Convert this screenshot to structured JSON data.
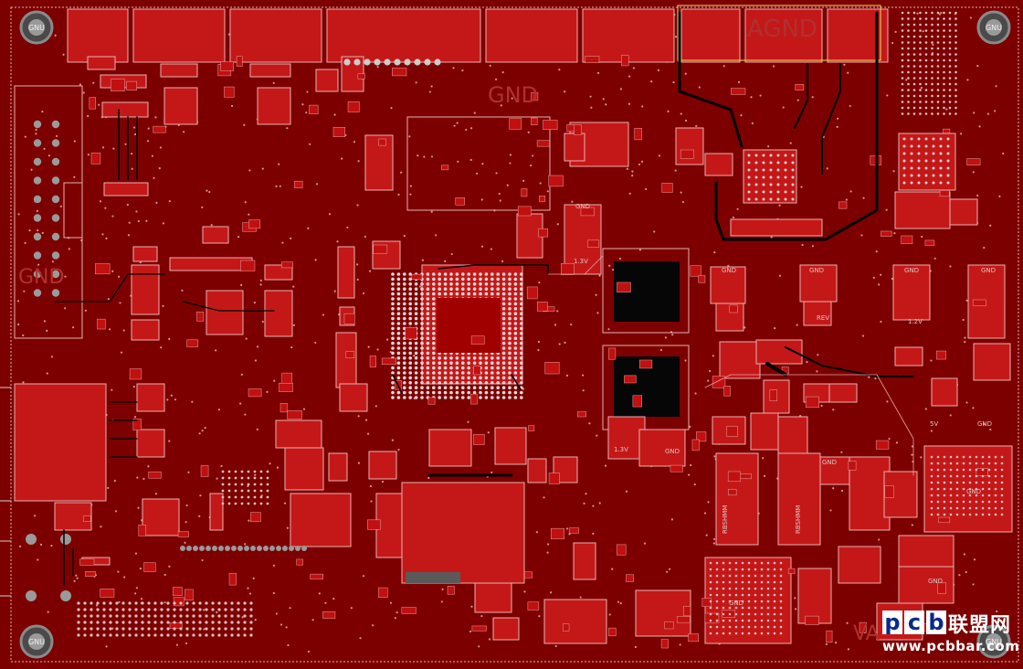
{
  "board": {
    "background_color": "#7c0000",
    "pad_color": "#c41818",
    "trace_color": "#000000",
    "outline_color": "#e8b0b0",
    "silk_color": "#e0c0c0"
  },
  "labels": {
    "agnd": "AGND",
    "gnd_top": "GND",
    "gnd_left": "GND",
    "gnd_pad_right": "GND",
    "gnd_pad_bottom": "GND",
    "vcc_bottom": "VA"
  },
  "hole_labels": [
    "GNU",
    "GNU",
    "GNU",
    "GNU"
  ],
  "small_silk": {
    "gnd": "GND",
    "v13": "1.3V",
    "v12": "1.2V",
    "v5": "5V",
    "rev": "REV",
    "part1": "RBSHMM",
    "part2": "RBSHMM"
  },
  "watermark": {
    "letters": [
      "p",
      "c",
      "b"
    ],
    "chinese": "联盟网",
    "url": "www.pcbbar.com"
  }
}
